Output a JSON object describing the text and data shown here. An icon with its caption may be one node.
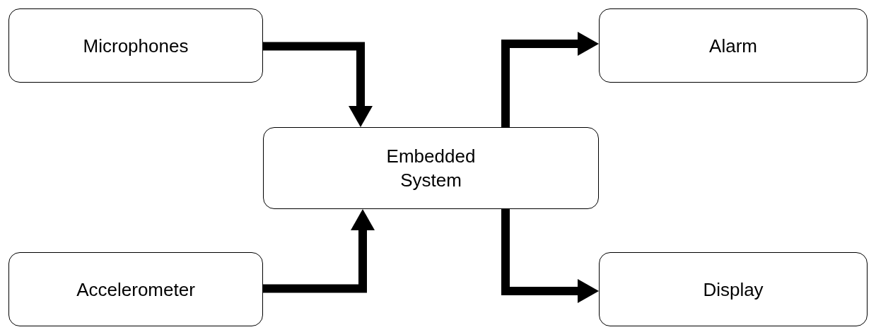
{
  "diagram": {
    "nodes": [
      {
        "text": [
          "Microphones"
        ]
      },
      {
        "text": [
          "Alarm"
        ]
      },
      {
        "text": [
          "Embedded System"
        ]
      },
      {
        "text": [
          "Accelerometer"
        ]
      },
      {
        "text": [
          "Display"
        ]
      }
    ],
    "edges": [
      {
        "from": 0,
        "to": 2,
        "arrow": "to"
      },
      {
        "from": 3,
        "to": 2,
        "arrow": "to"
      },
      {
        "from": 2,
        "to": 1,
        "arrow": "to"
      },
      {
        "from": 2,
        "to": 4,
        "arrow": "to"
      }
    ]
  }
}
